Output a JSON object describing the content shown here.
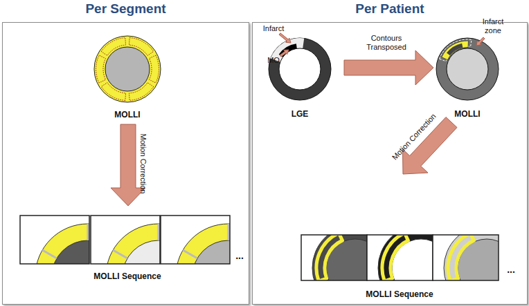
{
  "diagram": {
    "nodes": [
      {
        "text": [
          "Per Segment"
        ]
      },
      {
        "text": [
          "Per Patient"
        ]
      }
    ],
    "labels": [
      "MOLLI",
      "Motion Correction",
      "MOLLI Sequence",
      "...",
      "Infarct",
      "MO",
      "LGE",
      "Contours Transposed",
      "Infarct zone",
      "MOLLI",
      "Motion Correction",
      "MOLLI Sequence",
      "..."
    ]
  }
}
